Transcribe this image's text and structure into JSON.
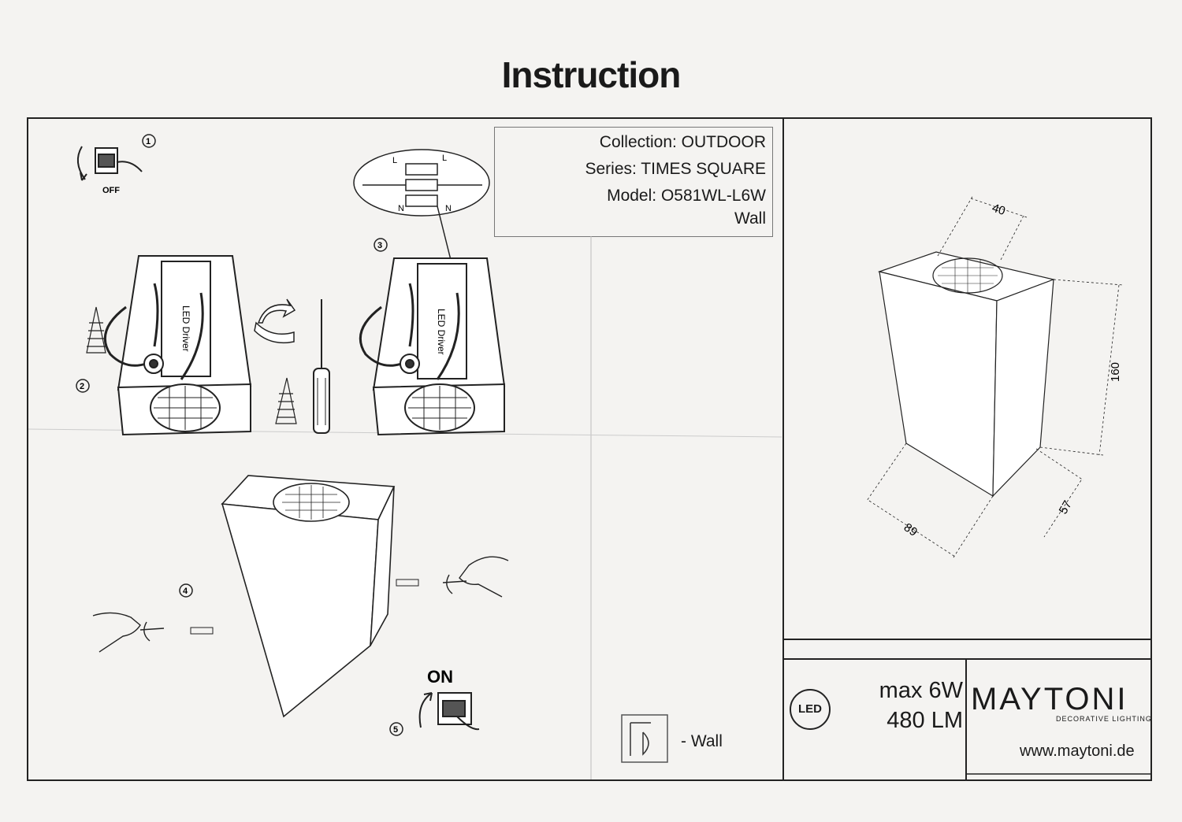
{
  "title": "Instruction",
  "spec": {
    "collection": "Collection: OUTDOOR",
    "series": "Series: TIMES SQUARE",
    "model": "Model: O581WL-L6W",
    "mount": "Wall"
  },
  "steps": {
    "s1": "1",
    "s2": "2",
    "s3": "3",
    "s4": "4",
    "s5": "5",
    "off": "OFF",
    "on": "ON",
    "driver": "LED Driver"
  },
  "wiring": {
    "l1": "L",
    "l2": "L",
    "n1": "N",
    "n2": "N"
  },
  "dimensions": {
    "top": "40",
    "height": "160",
    "depth": "57",
    "width": "89"
  },
  "footer": {
    "led_badge": "LED",
    "power": "max 6W",
    "lumen": "480 LM",
    "brand": "MAYTONI",
    "tagline": "DECORATIVE LIGHTING",
    "url": "www.maytoni.de",
    "wall_legend": "- Wall"
  },
  "icons": [
    "switch-off-icon",
    "switch-on-icon",
    "screwdriver-icon",
    "screw-icon",
    "rotate-arrow-icon",
    "hand-icon",
    "wall-mount-icon",
    "led-icon"
  ]
}
